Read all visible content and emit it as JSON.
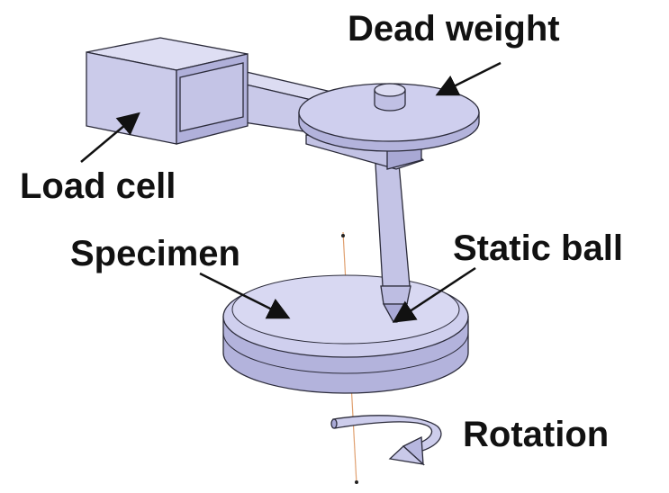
{
  "labels": {
    "dead_weight": "Dead weight",
    "load_cell": "Load cell",
    "specimen": "Specimen",
    "static_ball": "Static ball",
    "rotation": "Rotation"
  },
  "colors": {
    "part_fill": "#c9c9e9",
    "part_light": "#dcdcf2",
    "part_dark": "#9f9fc9",
    "edge": "#2b2b3a",
    "axis_line": "#e0a070",
    "text": "#111111",
    "background": "#ffffff"
  }
}
